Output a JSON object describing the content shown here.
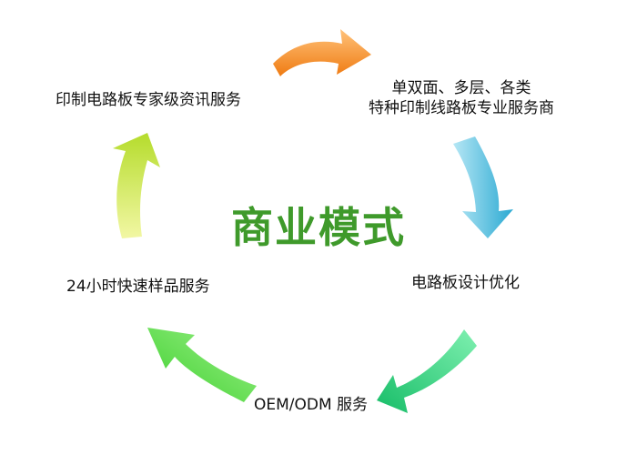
{
  "title": "商业模式",
  "title_color": "#3f9a2b",
  "services": [
    {
      "text": "印制电路板专家级资讯服务"
    },
    {
      "line1": "单双面、多层、各类",
      "line2": "特种印制线路板专业服务商"
    },
    {
      "text": "电路板设计优化"
    },
    {
      "text": "OEM/ODM 服务"
    },
    {
      "text": "24小时快速样品服务"
    }
  ],
  "arrows": [
    {
      "name": "orange-arrow-icon",
      "color_light": "#ffc27a",
      "color_dark": "#ef7b12"
    },
    {
      "name": "cyan-arrow-icon",
      "color_light": "#b6e7f5",
      "color_dark": "#2aa9d2"
    },
    {
      "name": "green-arrow-icon",
      "color_light": "#7ff0b0",
      "color_dark": "#17bd68"
    },
    {
      "name": "lime-arrow-icon",
      "color_light": "#9df08a",
      "color_dark": "#3ccf2c"
    },
    {
      "name": "yellow-arrow-icon",
      "color_light": "#f2f7a4",
      "color_dark": "#b5dc2c"
    }
  ]
}
